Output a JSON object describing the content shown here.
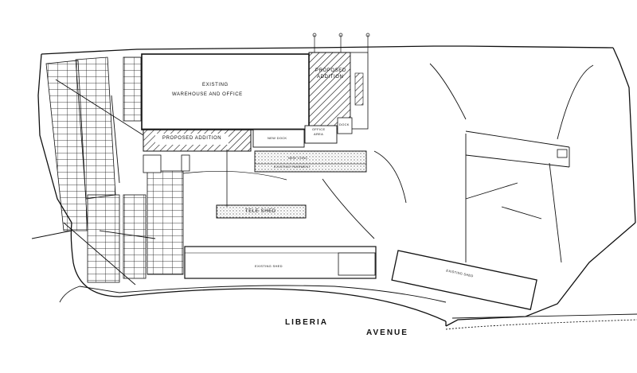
{
  "plan": {
    "street": {
      "name_1": "LIBERIA",
      "name_2": "AVENUE"
    },
    "buildings": {
      "existing_main_line1": "EXISTING",
      "existing_main_line2": "WAREHOUSE AND OFFICE",
      "proposed_addition_south_line1": "PROPOSED",
      "proposed_addition_south_line2": "ADDITION",
      "proposed_addition_east_line1": "PROPOSED",
      "proposed_addition_east_line2": "ADDITION",
      "existing_shed": "EXISTING SHED",
      "existing_shed_east": "EXISTING SHED",
      "new_dock": "NEW DOCK",
      "office_area_line1": "OFFICE",
      "office_area_line2": "AREA",
      "dock": "DOCK",
      "teleshed": "TELE SHED"
    },
    "pavement": {
      "existing_pavement": "EXISTING PAVEMENT",
      "new_conc": "NEW CONC."
    }
  }
}
